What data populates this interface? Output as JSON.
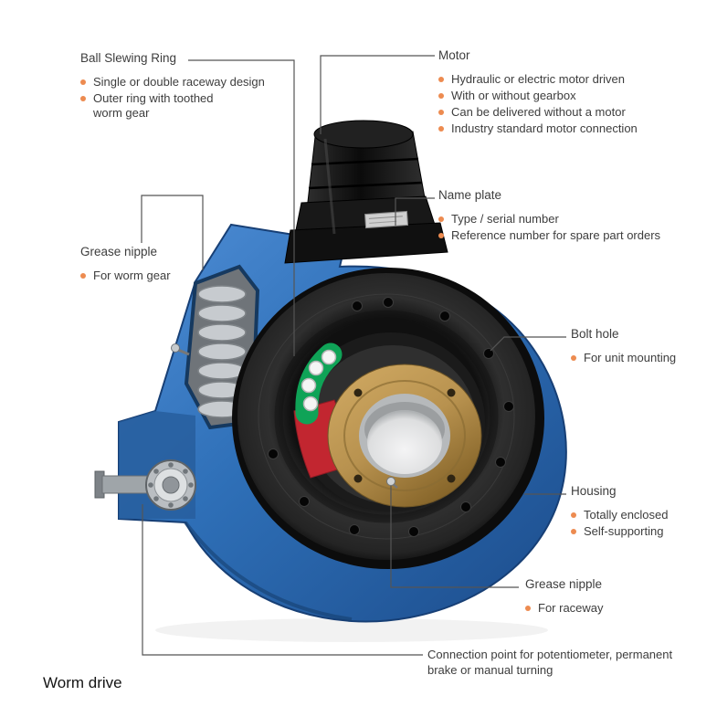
{
  "diagram_title": "Worm drive",
  "colors": {
    "bullet_dot": "#ED8B50",
    "label_text": "#3D3D3D",
    "housing_blue": "#2E6FB7",
    "ring_black": "#141414",
    "inner_ring_bronze": "#B8924F",
    "cage_green": "#0FA357",
    "spacer_red": "#C22630",
    "leader_line": "#555555"
  },
  "callouts": {
    "ball_slewing_ring": {
      "heading": "Ball Slewing Ring",
      "bullets": [
        "Single or double raceway design",
        "Outer ring with toothed worm gear"
      ]
    },
    "motor": {
      "heading": "Motor",
      "bullets": [
        "Hydraulic or electric motor driven",
        "With or without gearbox",
        "Can be delivered without a motor",
        "Industry standard motor connection"
      ]
    },
    "name_plate": {
      "heading": "Name plate",
      "bullets": [
        "Type / serial number",
        "Reference number for spare part orders"
      ]
    },
    "grease_nipple_worm": {
      "heading": "Grease nipple",
      "bullets": [
        "For worm gear"
      ]
    },
    "bolt_hole": {
      "heading": "Bolt hole",
      "bullets": [
        "For unit mounting"
      ]
    },
    "housing": {
      "heading": "Housing",
      "bullets": [
        "Totally enclosed",
        "Self-supporting"
      ]
    },
    "grease_nipple_raceway": {
      "heading": "Grease nipple",
      "bullets": [
        "For raceway"
      ]
    },
    "connection_point": {
      "text": "Connection point for potentiometer, permanent brake or manual turning"
    }
  }
}
